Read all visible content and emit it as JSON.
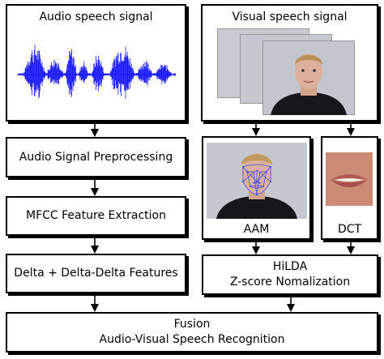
{
  "audio_panel": {
    "title": "Audio speech signal"
  },
  "visual_panel": {
    "title": "Visual speech signal"
  },
  "steps": {
    "audio_preprocessing": "Audio Signal Preprocessing",
    "mfcc": "MFCC Feature Extraction",
    "delta": "Delta + Delta-Delta Features",
    "aam": "AAM",
    "dct": "DCT",
    "hilda_line1": "HiLDA",
    "hilda_line2": "Z-score Nomalization",
    "fusion_line1": "Fusion",
    "fusion_line2": "Audio-Visual Speech Recognition"
  },
  "colors": {
    "waveform": "#1a1aff",
    "box_border": "#000000",
    "landmark_mesh": "#3344ff",
    "background": "#ffffff"
  },
  "icons": [
    "audio-waveform",
    "face-video-frames",
    "face-landmarks",
    "mouth-region"
  ]
}
